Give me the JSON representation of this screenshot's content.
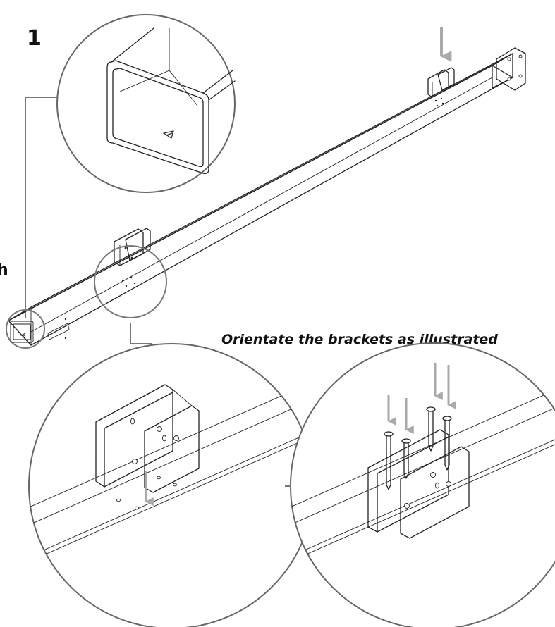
{
  "step": {
    "number": "1"
  },
  "caption": {
    "text": "Orientate the brackets as illustrated"
  },
  "clipped_letter": "h",
  "colors": {
    "line": "#222222",
    "callout": "#777777",
    "arrow": "#a9a9a9",
    "background": "#ffffff"
  },
  "views": {
    "tube_end_detail": "tube-end-detail",
    "bracket_placement_detail": "bracket-placement-detail",
    "screw_detail": "screw-insertion-detail"
  }
}
